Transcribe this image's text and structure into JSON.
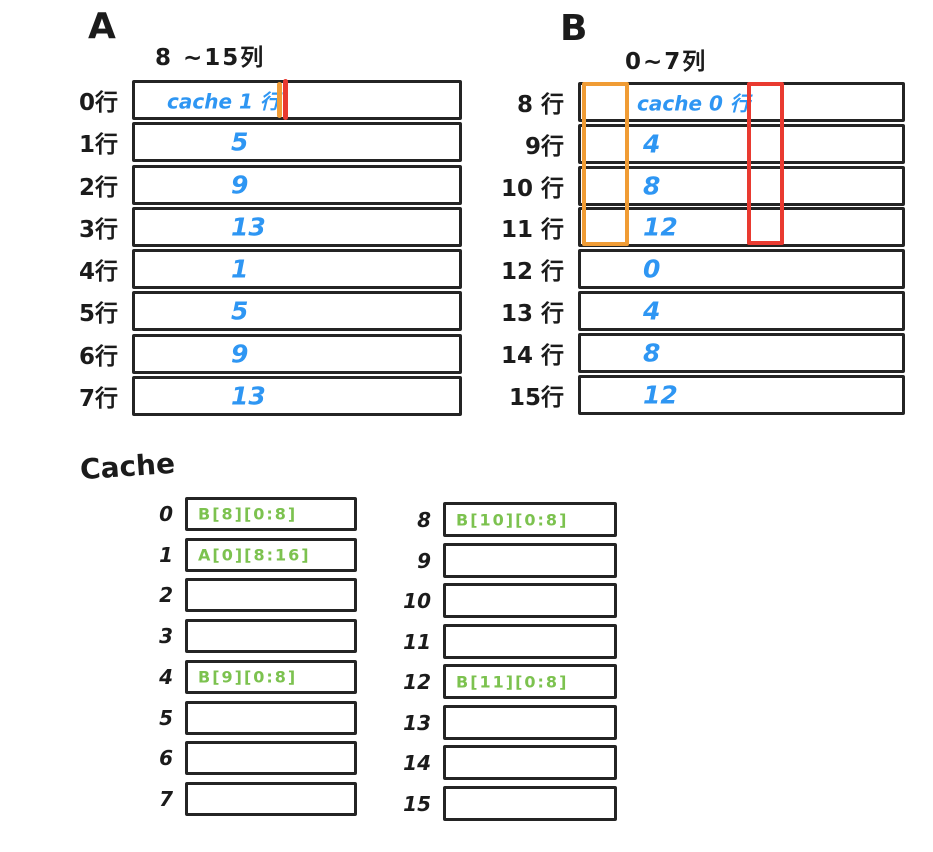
{
  "matrix_a": {
    "title": "A",
    "col_header": "8 ~15列",
    "rows": [
      {
        "label": "0行",
        "value": "cache 1 行"
      },
      {
        "label": "1行",
        "value": "5"
      },
      {
        "label": "2行",
        "value": "9"
      },
      {
        "label": "3行",
        "value": "13"
      },
      {
        "label": "4行",
        "value": "1"
      },
      {
        "label": "5行",
        "value": "5"
      },
      {
        "label": "6行",
        "value": "9"
      },
      {
        "label": "7行",
        "value": "13"
      }
    ]
  },
  "matrix_b": {
    "title": "B",
    "col_header": "0~7列",
    "rows": [
      {
        "label": "8 行",
        "value": "cache 0 行"
      },
      {
        "label": "9行",
        "value": "4"
      },
      {
        "label": "10 行",
        "value": "8"
      },
      {
        "label": "11 行",
        "value": "12"
      },
      {
        "label": "12 行",
        "value": "0"
      },
      {
        "label": "13 行",
        "value": "4"
      },
      {
        "label": "14 行",
        "value": "8"
      },
      {
        "label": "15行",
        "value": "12"
      }
    ]
  },
  "cache": {
    "title": "Cache",
    "left_rows": [
      {
        "label": "0",
        "value": "B[8][0:8]"
      },
      {
        "label": "1",
        "value": "A[0][8:16]"
      },
      {
        "label": "2",
        "value": ""
      },
      {
        "label": "3",
        "value": ""
      },
      {
        "label": "4",
        "value": "B[9][0:8]"
      },
      {
        "label": "5",
        "value": ""
      },
      {
        "label": "6",
        "value": ""
      },
      {
        "label": "7",
        "value": ""
      }
    ],
    "right_rows": [
      {
        "label": "8",
        "value": "B[10][0:8]"
      },
      {
        "label": "9",
        "value": ""
      },
      {
        "label": "10",
        "value": ""
      },
      {
        "label": "11",
        "value": ""
      },
      {
        "label": "12",
        "value": "B[11][0:8]"
      },
      {
        "label": "13",
        "value": ""
      },
      {
        "label": "14",
        "value": ""
      },
      {
        "label": "15",
        "value": ""
      }
    ]
  },
  "annotations": {
    "a_row0_marker_strokes": {
      "colors": [
        "#f09c35",
        "#e93a30"
      ],
      "location": "after 'cache 1 行' text in A row 0"
    },
    "b_left_column_outline": {
      "color": "#f09c35",
      "span": "rows 8–11"
    },
    "b_mid_column_outline": {
      "color": "#e93a30",
      "span": "rows 8–11"
    }
  },
  "colors": {
    "handwriting_blue": "#2e96f3",
    "handwriting_green": "#7cc24f",
    "marker_orange": "#f09c35",
    "marker_red": "#e93a30",
    "ink_black": "#1b1b1b"
  }
}
